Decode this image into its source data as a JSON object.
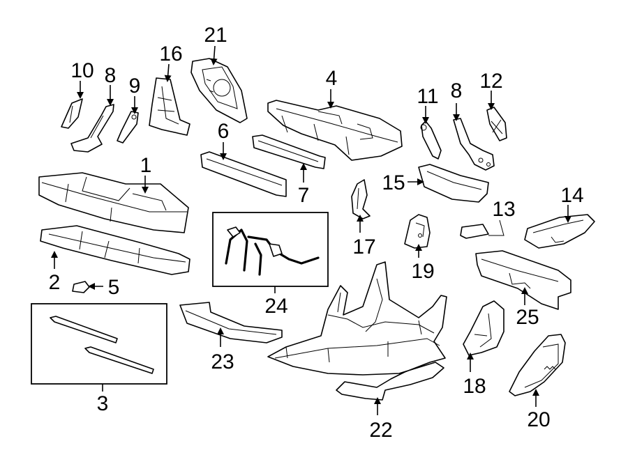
{
  "callouts": {
    "c1": "1",
    "c2": "2",
    "c3": "3",
    "c4": "4",
    "c5": "5",
    "c6": "6",
    "c7": "7",
    "c8a": "8",
    "c8b": "8",
    "c9": "9",
    "c10": "10",
    "c11": "11",
    "c12": "12",
    "c13": "13",
    "c14": "14",
    "c15": "15",
    "c16": "16",
    "c17": "17",
    "c18": "18",
    "c19": "19",
    "c20": "20",
    "c21": "21",
    "c22": "22",
    "c23": "23",
    "c24": "24",
    "c25": "25"
  },
  "colors": {
    "line": "#000000",
    "background": "#ffffff"
  }
}
